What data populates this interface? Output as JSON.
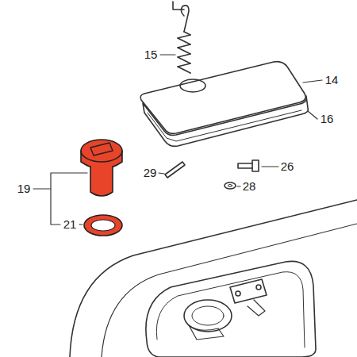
{
  "diagram": {
    "labels": [
      "15",
      "14",
      "16",
      "26",
      "28",
      "19",
      "29",
      "21"
    ]
  }
}
